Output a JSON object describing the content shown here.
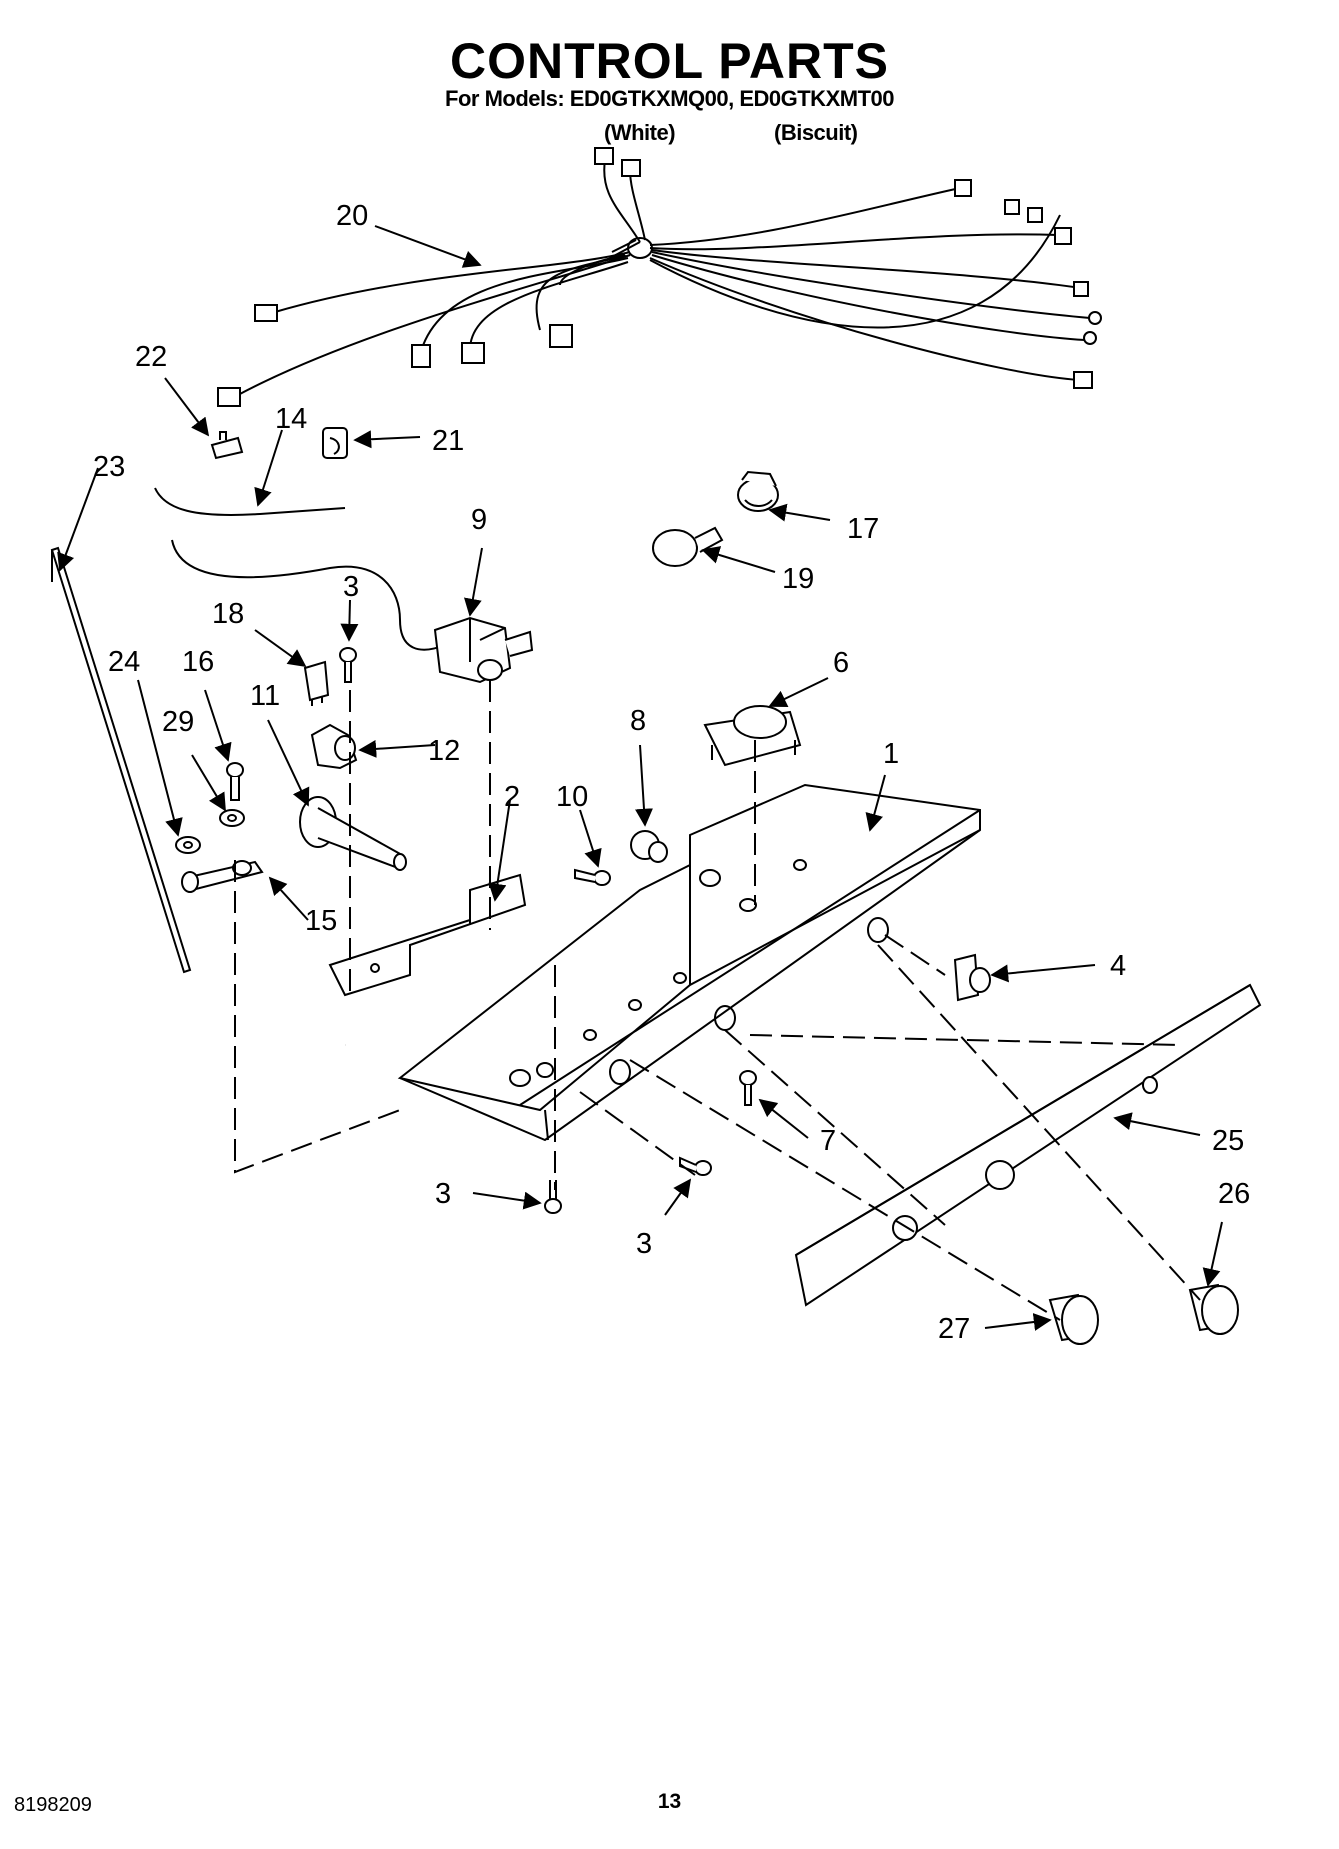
{
  "header": {
    "title": "CONTROL PARTS",
    "models_line": "For Models: ED0GTKXMQ00, ED0GTKXMT00",
    "color_white": "(White)",
    "color_biscuit": "(Biscuit)"
  },
  "callouts": [
    "20",
    "22",
    "21",
    "14",
    "23",
    "9",
    "17",
    "19",
    "3",
    "18",
    "24",
    "16",
    "11",
    "12",
    "29",
    "6",
    "8",
    "1",
    "2",
    "10",
    "15",
    "4",
    "7",
    "25",
    "3",
    "3",
    "26",
    "27"
  ],
  "footer": {
    "doc_number": "8198209",
    "page_number": "13"
  }
}
